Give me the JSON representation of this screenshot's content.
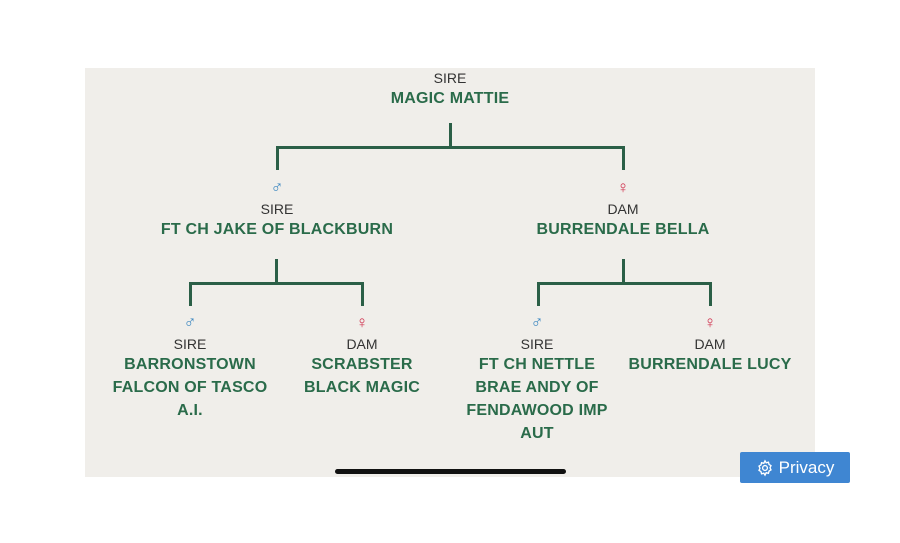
{
  "root": {
    "role": "SIRE",
    "name": "MAGIC MATTIE"
  },
  "parents": [
    {
      "symbol": "♂",
      "role": "SIRE",
      "name": "FT CH JAKE OF BLACKBURN"
    },
    {
      "symbol": "♀",
      "role": "DAM",
      "name": "BURRENDALE BELLA"
    }
  ],
  "grandparents": [
    {
      "symbol": "♂",
      "role": "SIRE",
      "name": "BARRONSTOWN FALCON OF TASCO A.I."
    },
    {
      "symbol": "♀",
      "role": "DAM",
      "name": "SCRABSTER BLACK MAGIC"
    },
    {
      "symbol": "♂",
      "role": "SIRE",
      "name": "FT CH NETTLE BRAE ANDY OF FENDAWOOD IMP AUT"
    },
    {
      "symbol": "♀",
      "role": "DAM",
      "name": "BURRENDALE LUCY"
    }
  ],
  "privacy_button": {
    "label": "Privacy",
    "icon": "gear-icon"
  },
  "colors": {
    "line": "#2b5f47",
    "name": "#2a6b4a",
    "male": "#3a86c0",
    "female": "#d0324f",
    "button": "#3f86d2"
  }
}
